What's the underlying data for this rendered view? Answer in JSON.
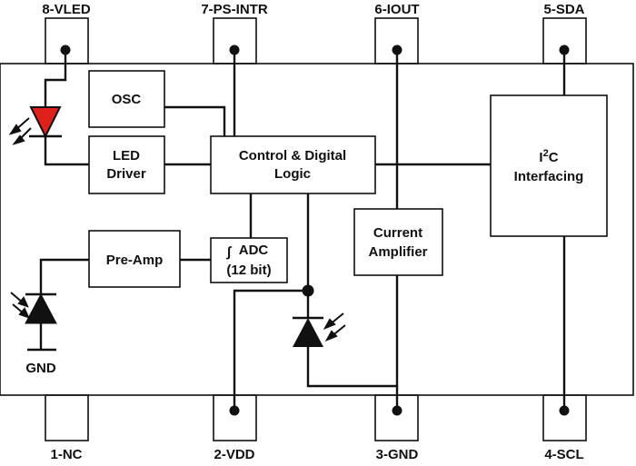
{
  "pins": {
    "p8": "8-VLED",
    "p7": "7-PS-INTR",
    "p6": "6-IOUT",
    "p5": "5-SDA",
    "p1": "1-NC",
    "p2": "2-VDD",
    "p3": "3-GND",
    "p4": "4-SCL"
  },
  "blocks": {
    "osc": "OSC",
    "led_driver": [
      "LED",
      "Driver"
    ],
    "control": [
      "Control & Digital",
      "Logic"
    ],
    "i2c": [
      "C",
      "Interfacing"
    ],
    "i2c_prefix": "I",
    "i2c_sup": "2",
    "preamp": "Pre-Amp",
    "adc": [
      "ADC",
      "(12 bit)"
    ],
    "adc_symbol": "∫",
    "current_amp": [
      "Current",
      "Amplifier"
    ]
  },
  "labels": {
    "gnd": "GND"
  },
  "colors": {
    "led": "#e0201b",
    "line": "#111111"
  }
}
